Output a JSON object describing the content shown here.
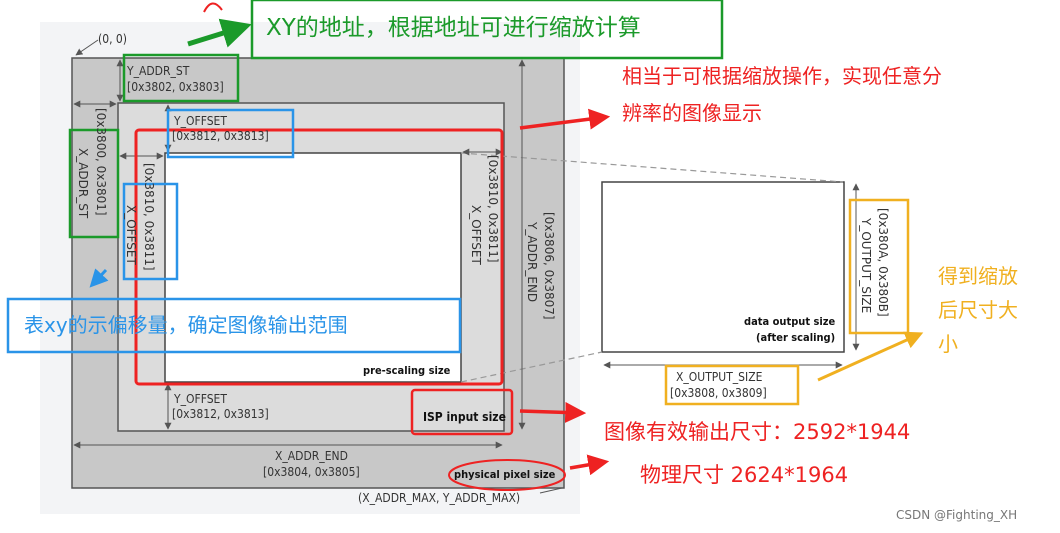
{
  "colors": {
    "page_bg": "#ffffff",
    "sheet_bg": "#f3f4f6",
    "physical_gray": "#c8c8c8",
    "inner_gray": "#dcdcdc",
    "white": "#ffffff",
    "red": "#ee2222",
    "green": "#1b9a2a",
    "blue": "#2a94e8",
    "orange": "#f0b020",
    "gray_line": "#555555"
  },
  "labels": {
    "origin": "(0, 0)",
    "y_addr_st": "Y_ADDR_ST",
    "y_addr_st_regs": "[0x3802, 0x3803]",
    "x_addr_st": "X_ADDR_ST",
    "x_addr_st_regs": "[0x3800, 0x3801]",
    "y_offset": "Y_OFFSET",
    "y_offset_regs": "[0x3812, 0x3813]",
    "x_offset": "X_OFFSET",
    "x_offset_regs": "[0x3810, 0x3811]",
    "y_addr_end": "Y_ADDR_END",
    "y_addr_end_regs": "[0x3806, 0x3807]",
    "x_addr_end": "X_ADDR_END",
    "x_addr_end_regs": "[0x3804, 0x3805]",
    "addr_max": "(X_ADDR_MAX, Y_ADDR_MAX)",
    "pre_scaling": "pre-scaling size",
    "isp_input": "ISP input size",
    "physical_pixel": "physical pixel size",
    "data_output_1": "data output size",
    "data_output_2": "(after scaling)",
    "y_output_size": "Y_OUTPUT_SIZE",
    "y_output_size_regs": "[0x380A, 0x380B]",
    "x_output_size": "X_OUTPUT_SIZE",
    "x_output_size_regs": "[0x3808, 0x3809]"
  },
  "annotations": {
    "xy_addr": "XY的地址，根据地址可进行缩放计算",
    "scaling_1": "相当于可根据缩放操作，实现任意分",
    "scaling_2": "辨率的图像显示",
    "offset": "表xy的示偏移量，确定图像输出范围",
    "output_1": "得到缩放",
    "output_2": "后尺寸大",
    "output_3": "小",
    "effective": "图像有效输出尺寸：2592*1944",
    "physical": "物理尺寸 2624*1964"
  },
  "watermark": "CSDN @Fighting_XH"
}
